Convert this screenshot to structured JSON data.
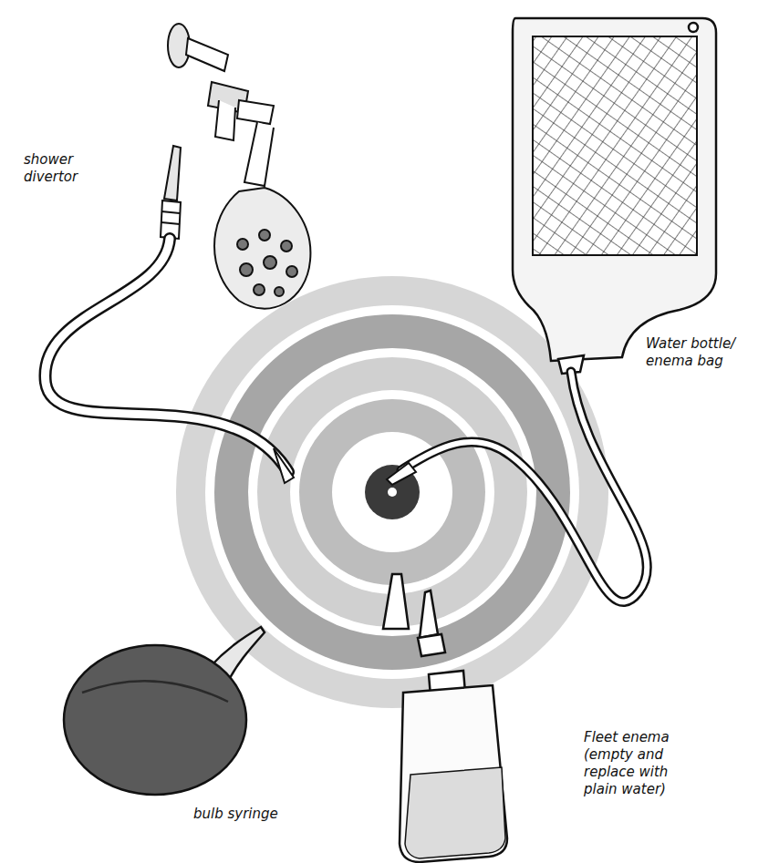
{
  "diagram": {
    "labels": [
      "shower divertor",
      "Water bottle/ enema bag",
      "bulb syringe",
      "Fleet enema (empty and replace with plain water)"
    ]
  }
}
